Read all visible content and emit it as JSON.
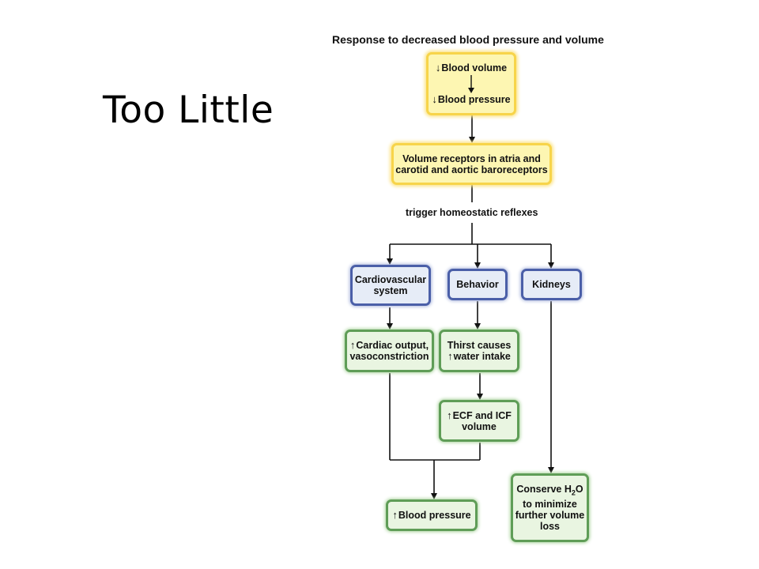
{
  "slide": {
    "title": "Too Little"
  },
  "diagram": {
    "heading": "Response to decreased blood pressure and volume",
    "arrow_down": "↓",
    "arrow_up": "↑",
    "start": {
      "line1": "Blood volume",
      "line2": "Blood pressure"
    },
    "receptors": {
      "line1": "Volume receptors in atria and",
      "line2": "carotid and aortic baroreceptors"
    },
    "trigger_label": "trigger homeostatic reflexes",
    "cardio": {
      "line1": "Cardiovascular",
      "line2": "system"
    },
    "behavior": {
      "line1": "Behavior"
    },
    "kidneys": {
      "line1": "Kidneys"
    },
    "cardiac_output": {
      "line1": "Cardiac output,",
      "line2": "vasoconstriction"
    },
    "thirst": {
      "line1": "Thirst causes",
      "line2": "water intake"
    },
    "ecf": {
      "line1": "ECF and ICF",
      "line2": "volume"
    },
    "result_bp": {
      "line1": "Blood pressure"
    },
    "conserve": {
      "line1": "Conserve H",
      "sub": "2",
      "line1b": "O",
      "line2": "to minimize",
      "line3": "further volume",
      "line4": "loss"
    }
  }
}
